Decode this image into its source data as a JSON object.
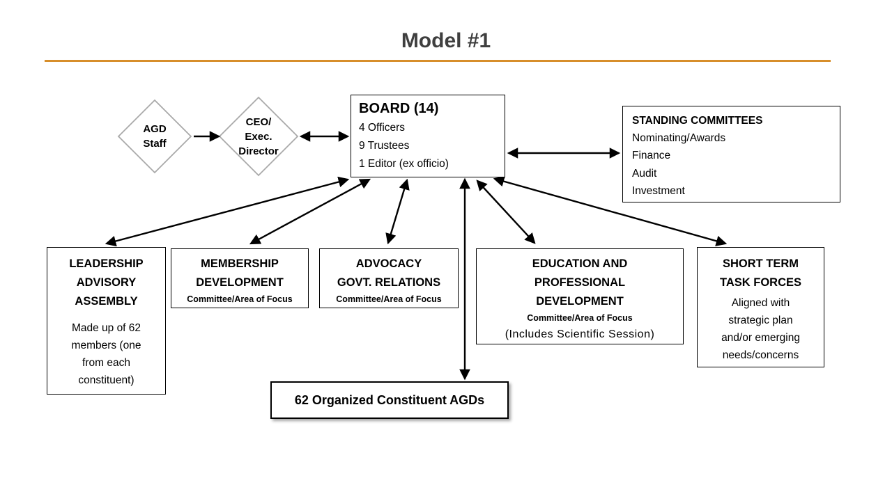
{
  "title": "Model #1",
  "colors": {
    "accent": "#D78E2B",
    "diamond_border": "#A9A9A9",
    "title_text": "#3F3F3F"
  },
  "nodes": {
    "agd_staff": {
      "label": "AGD\nStaff"
    },
    "ceo": {
      "label": "CEO/\nExec.\nDirector"
    },
    "board": {
      "title": "BOARD (14)",
      "lines": [
        "4 Officers",
        "9 Trustees",
        "1 Editor (ex officio)"
      ]
    },
    "standing_committees": {
      "title": "STANDING COMMITTEES",
      "items": [
        "Nominating/Awards",
        "Finance",
        "Audit",
        "Investment"
      ]
    },
    "leadership": {
      "title": "LEADERSHIP\nADVISORY\nASSEMBLY",
      "body": "Made up of 62\nmembers (one\nfrom each\nconstituent)"
    },
    "membership": {
      "title": "MEMBERSHIP\nDEVELOPMENT",
      "subtitle": "Committee/Area of Focus"
    },
    "advocacy": {
      "title": "ADVOCACY\nGOVT. RELATIONS",
      "subtitle": "Committee/Area of Focus"
    },
    "education": {
      "title": "EDUCATION AND\nPROFESSIONAL\nDEVELOPMENT",
      "subtitle": "Committee/Area of Focus",
      "note": "(Includes Scientific Session)"
    },
    "short_term": {
      "title": "SHORT TERM\nTASK FORCES",
      "body": "Aligned with\nstrategic plan\nand/or emerging\nneeds/concerns"
    },
    "constituents": {
      "label": "62 Organized Constituent AGDs"
    }
  }
}
